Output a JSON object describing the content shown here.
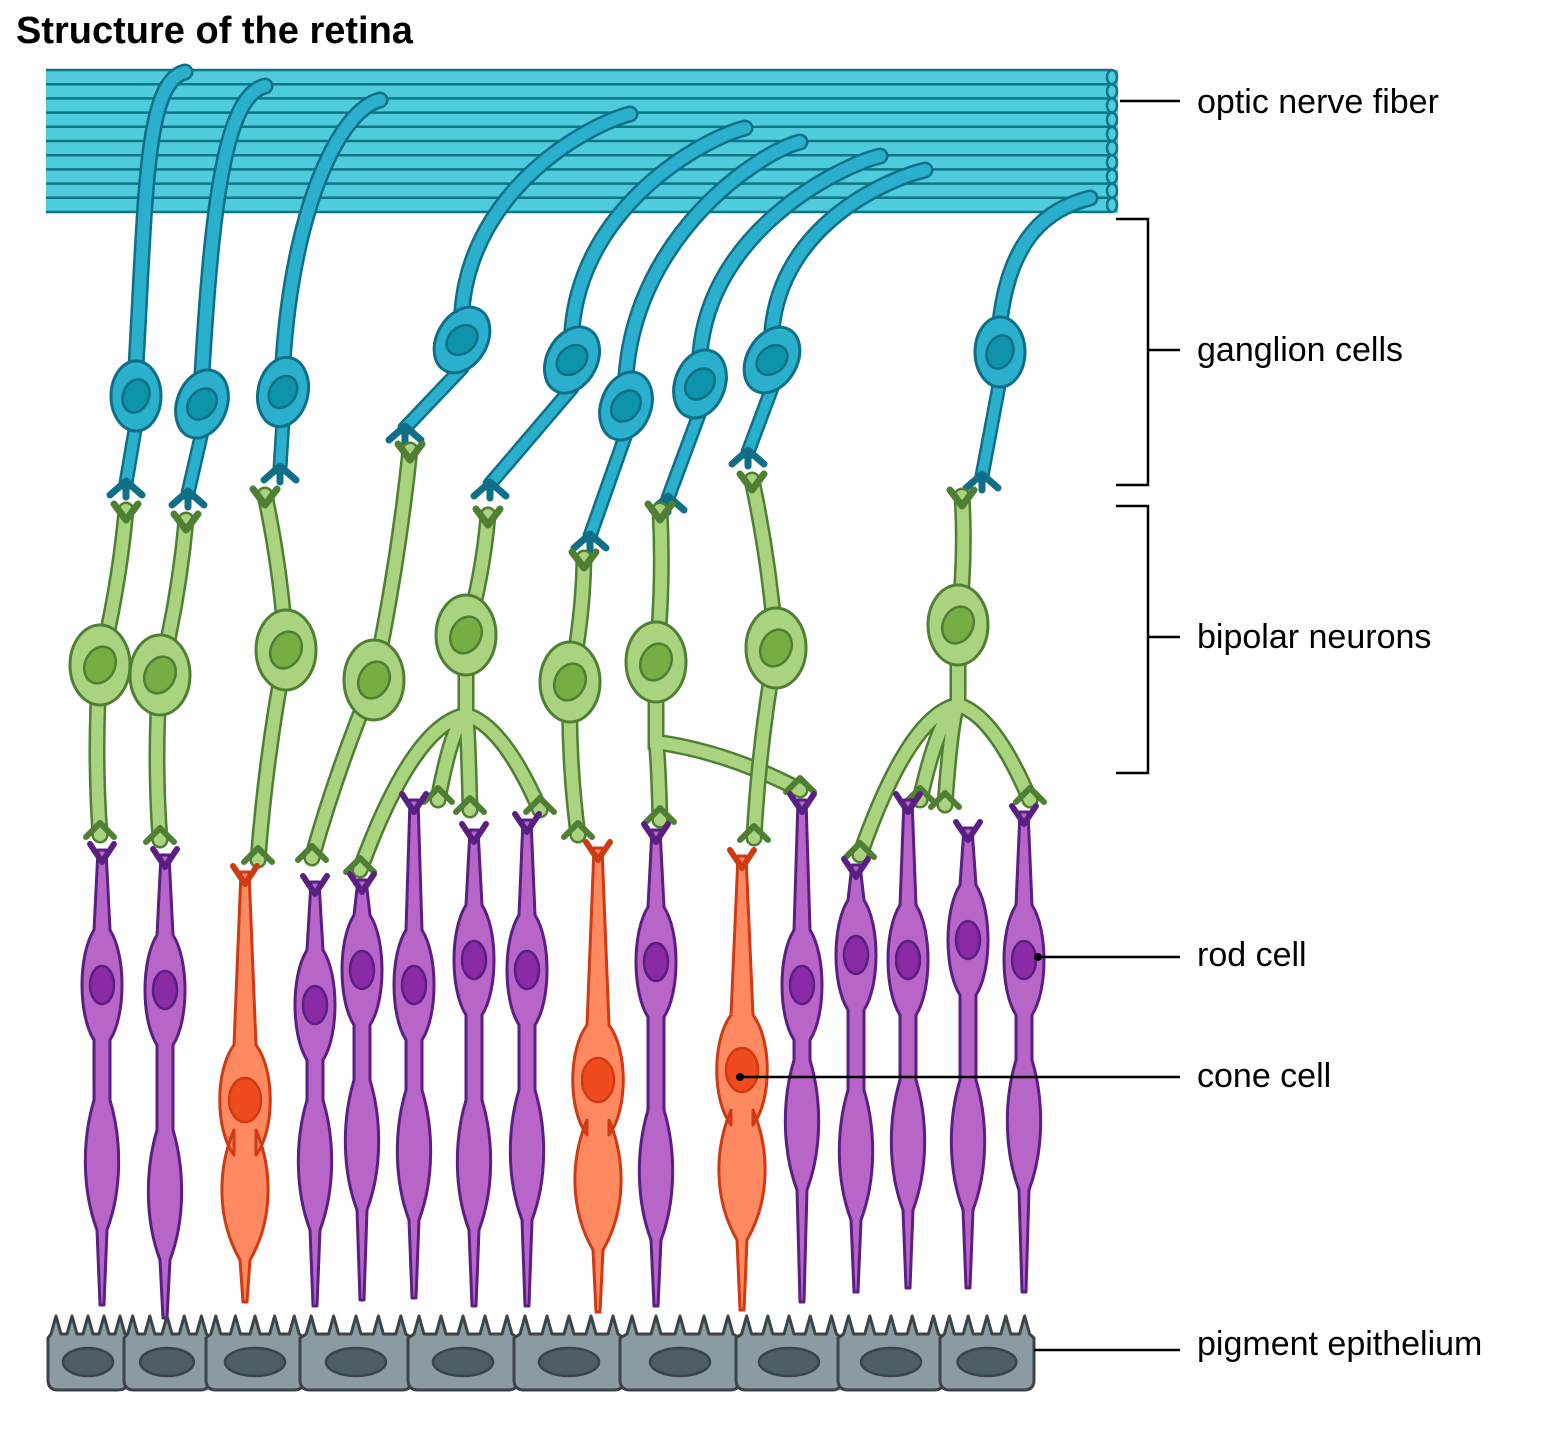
{
  "title": "Structure of the retina",
  "labels": {
    "optic_nerve_fiber": "optic nerve fiber",
    "ganglion_cells": "ganglion cells",
    "bipolar_neurons": "bipolar neurons",
    "rod_cell": "rod cell",
    "cone_cell": "cone cell",
    "pigment_epithelium": "pigment epithelium"
  },
  "colors": {
    "ganglion_fill": "#2ab0cc",
    "ganglion_stroke": "#0e6f86",
    "ganglion_nucleus": "#0e93ad",
    "bipolar_fill": "#a9d37f",
    "bipolar_stroke": "#4f7f33",
    "bipolar_nucleus": "#77ae44",
    "rod_fill": "#b765c7",
    "rod_stroke": "#5a1f83",
    "rod_nucleus": "#8a2aa4",
    "cone_fill": "#ff8a62",
    "cone_stroke": "#cf3a13",
    "cone_nucleus": "#f04b1f",
    "epithelium_fill": "#8c9aa2",
    "epithelium_stroke": "#3b4448",
    "epithelium_nucleus": "#4f5d64",
    "nerve_fill": "#4ecbdd",
    "nerve_stroke": "#0d7585"
  }
}
